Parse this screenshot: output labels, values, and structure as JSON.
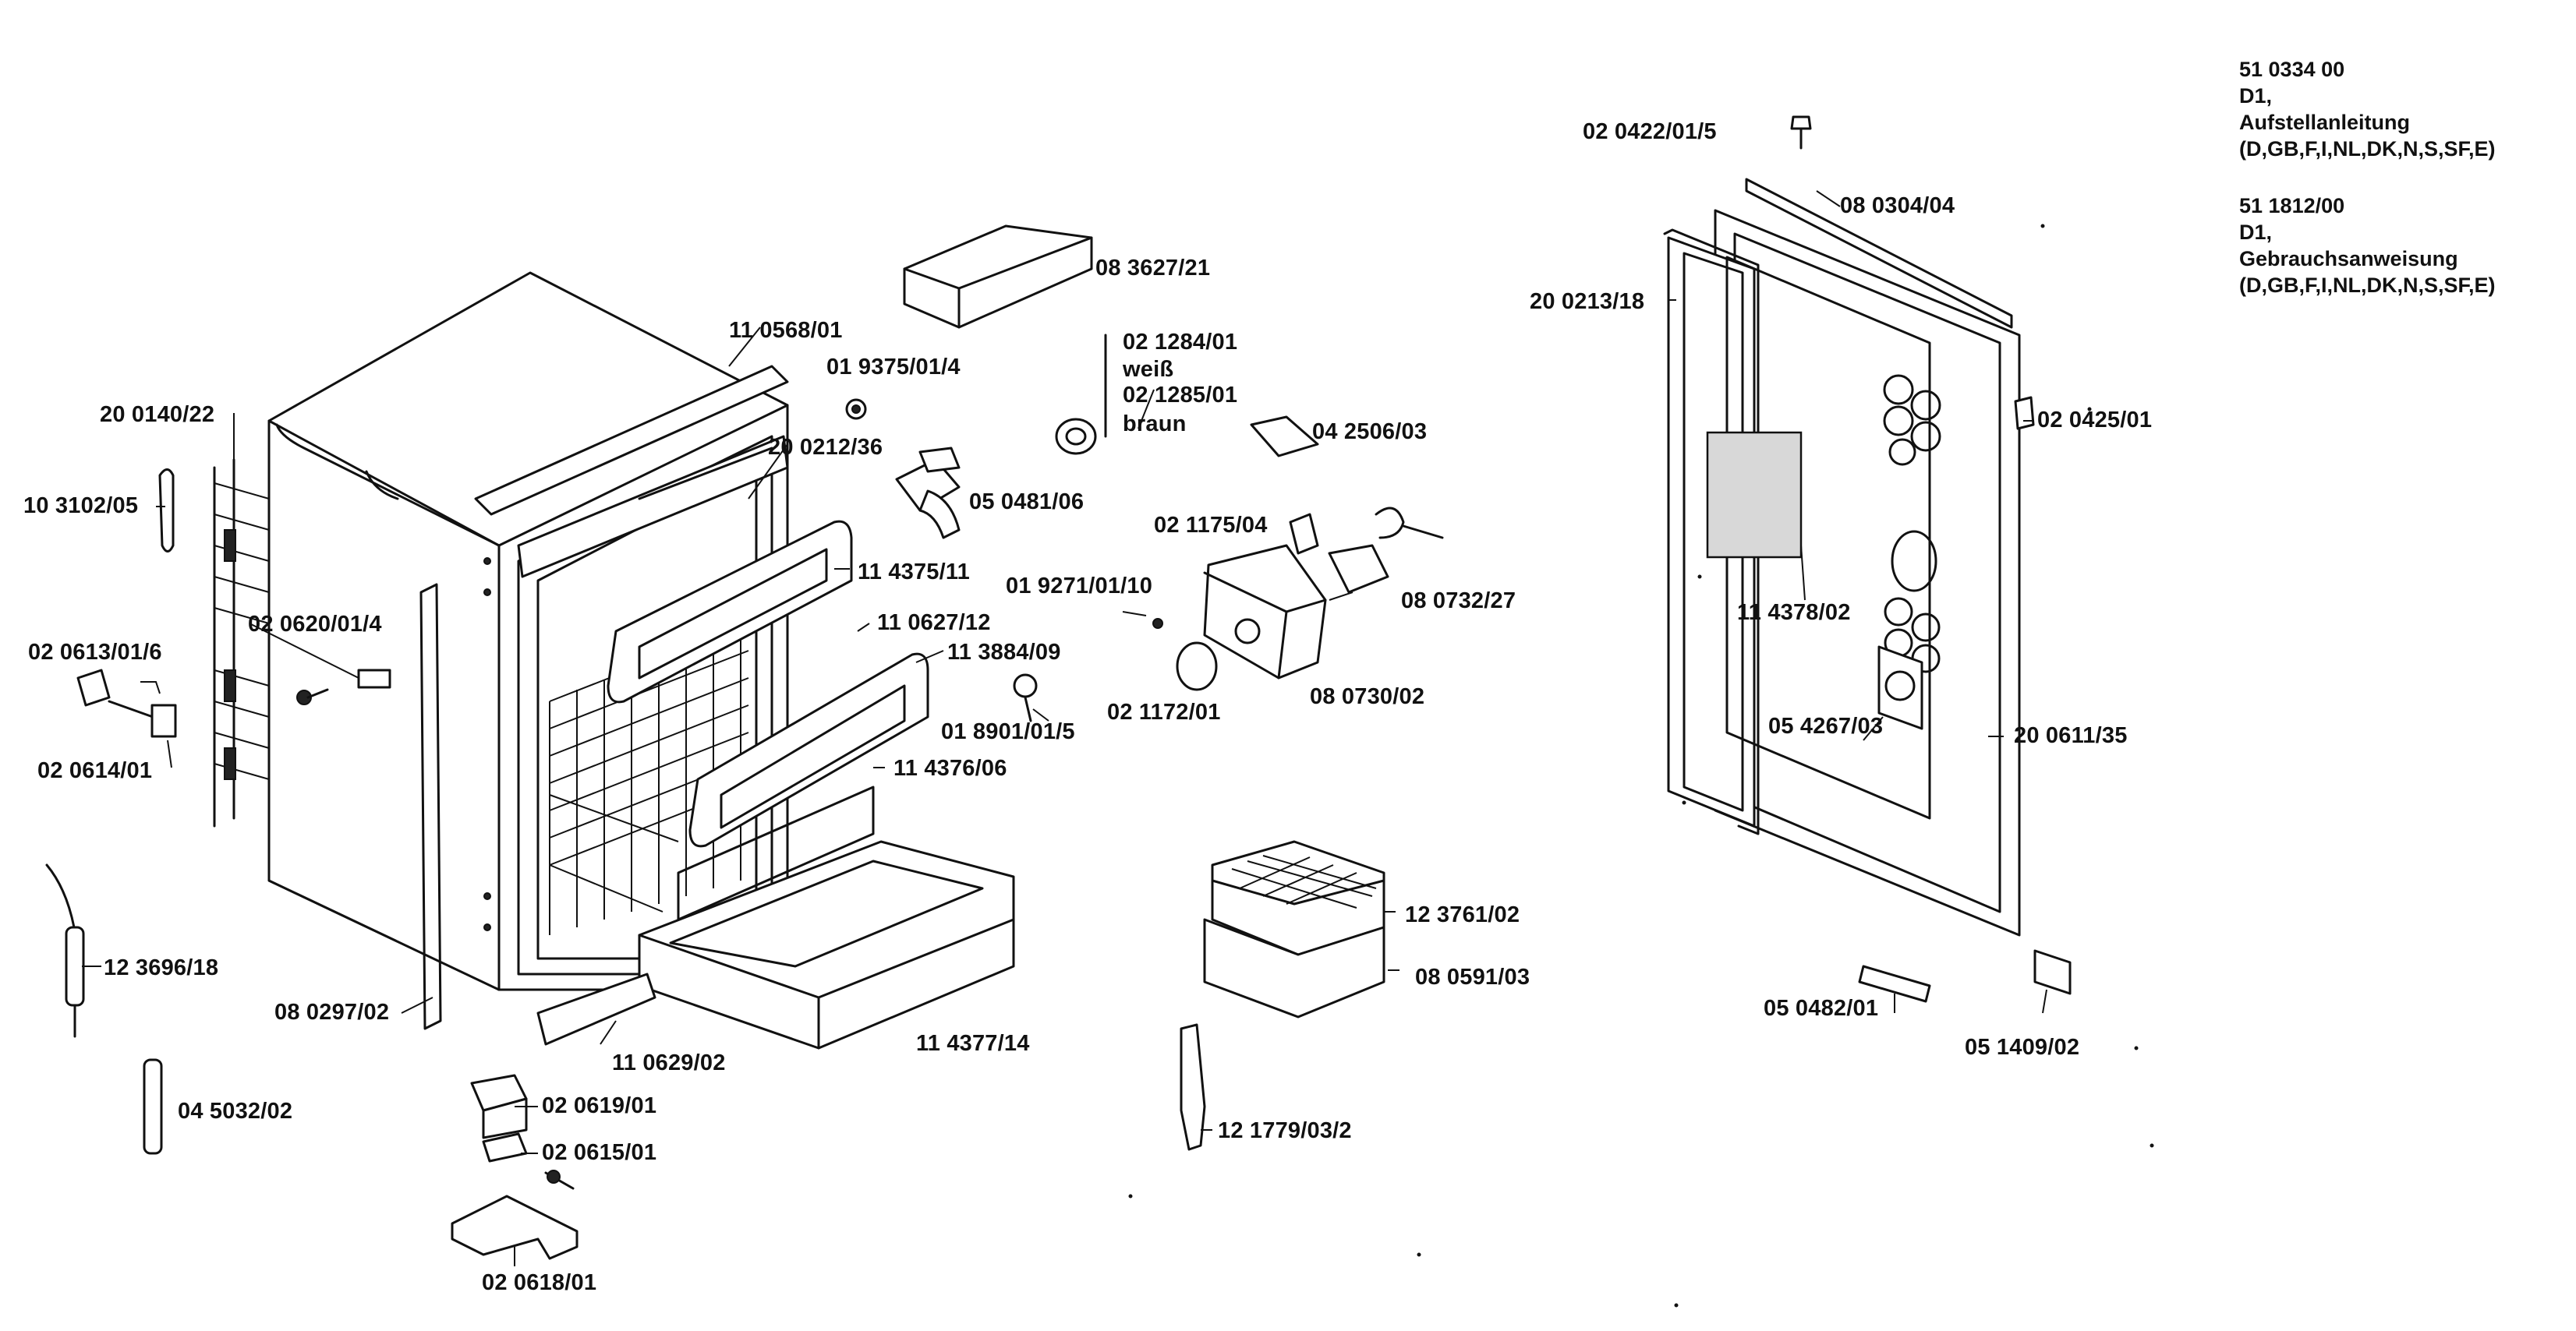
{
  "documents": [
    {
      "number": "51 0334 00",
      "model": "D1,",
      "title": "Aufstellanleitung",
      "languages": "(D,GB,F,I,NL,DK,N,S,SF,E)"
    },
    {
      "number": "51 1812/00",
      "model": "D1,",
      "title": "Gebrauchsanweisung",
      "languages": "(D,GB,F,I,NL,DK,N,S,SF,E)"
    }
  ],
  "parts": {
    "p_20_0140_22": "20 0140/22",
    "p_10_3102_05": "10 3102/05",
    "p_02_0613_01_6": "02 0613/01/6",
    "p_02_0614_01": "02 0614/01",
    "p_02_0620_01_4": "02 0620/01/4",
    "p_12_3696_18": "12 3696/18",
    "p_04_5032_02": "04 5032/02",
    "p_08_0297_02": "08 0297/02",
    "p_11_0568_01": "11 0568/01",
    "p_20_0212_36": "20 0212/36",
    "p_01_9375_01_4": "01 9375/01/4",
    "p_11_4375_11": "11 4375/11",
    "p_11_0627_12": "11 0627/12",
    "p_11_3884_09": "11 3884/09",
    "p_01_8901_01_5": "01 8901/01/5",
    "p_11_4376_06": "11 4376/06",
    "p_11_0629_02": "11 0629/02",
    "p_11_4377_14": "11 4377/14",
    "p_02_0619_01": "02 0619/01",
    "p_02_0615_01": "02 0615/01",
    "p_02_0618_01": "02 0618/01",
    "p_08_3627_21": "08 3627/21",
    "p_02_1284_01": "02 1284/01",
    "weiss": "weiß",
    "p_02_1285_01": "02 1285/01",
    "braun": "braun",
    "p_04_2506_03": "04 2506/03",
    "p_05_0481_06": "05 0481/06",
    "p_02_1175_04": "02 1175/04",
    "p_01_9271_01_10": "01 9271/01/10",
    "p_08_0732_27": "08 0732/27",
    "p_02_1172_01": "02 1172/01",
    "p_08_0730_02": "08 0730/02",
    "p_12_3761_02": "12 3761/02",
    "p_08_0591_03": "08 0591/03",
    "p_12_1779_03_2": "12 1779/03/2",
    "p_02_0422_01_5": "02 0422/01/5",
    "p_08_0304_04": "08 0304/04",
    "p_20_0213_18": "20 0213/18",
    "p_02_0425_01": "02 0425/01",
    "p_11_4378_02": "11 4378/02",
    "p_05_4267_03": "05 4267/03",
    "p_20_0611_35": "20 0611/35",
    "p_05_0482_01": "05 0482/01",
    "p_05_1409_02": "05 1409/02"
  }
}
